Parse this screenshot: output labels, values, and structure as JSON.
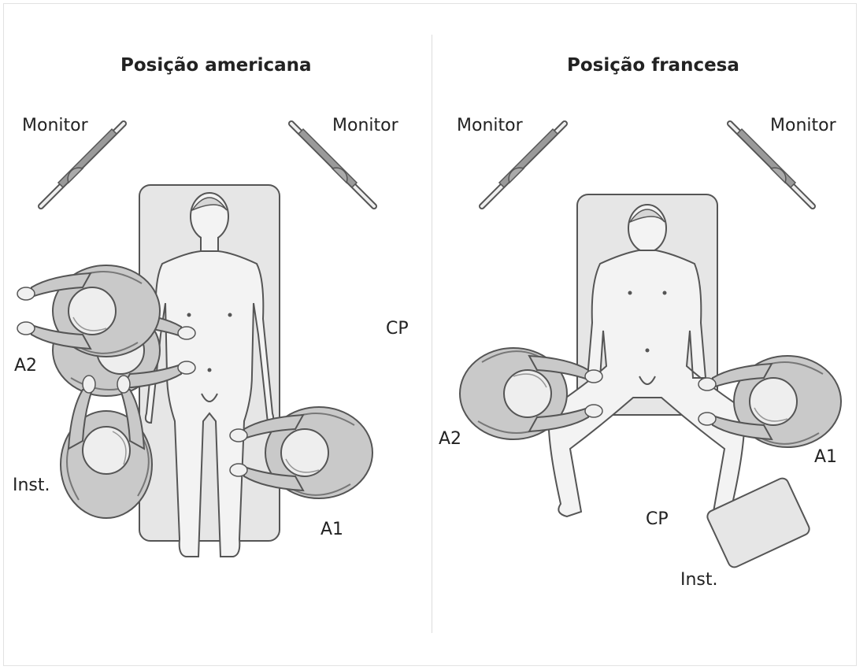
{
  "panels": [
    {
      "title": "Posição americana",
      "labels": {
        "monitor_left": "Monitor",
        "monitor_right": "Monitor",
        "surgeon": "CP",
        "assistant_2": "A2",
        "assistant_1": "A1",
        "instrumentist": "Inst."
      }
    },
    {
      "title": "Posição francesa",
      "labels": {
        "monitor_left": "Monitor",
        "monitor_right": "Monitor",
        "surgeon": "CP",
        "assistant_2": "A2",
        "assistant_1": "A1",
        "instrumentist": "Inst."
      }
    }
  ],
  "colors": {
    "table_fill": "#e6e6e6",
    "figure_fill": "#f3f3f3",
    "person_fill": "#c9c9c9",
    "head_fill": "#eeeeee",
    "outline": "#555555"
  }
}
